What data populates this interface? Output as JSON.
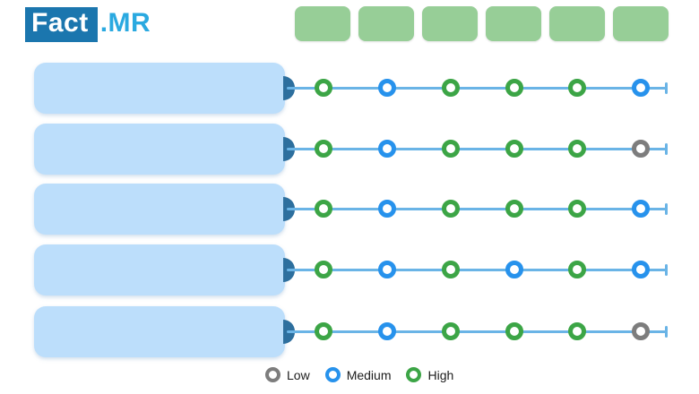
{
  "brand": {
    "logo_primary": "Fact",
    "logo_suffix": ".MR"
  },
  "chart_data": {
    "type": "table",
    "columns": [
      "",
      "",
      "",
      "",
      "",
      ""
    ],
    "rows": [
      {
        "label": "",
        "values": [
          "High",
          "Medium",
          "High",
          "High",
          "High",
          "Medium"
        ]
      },
      {
        "label": "",
        "values": [
          "High",
          "Medium",
          "High",
          "High",
          "High",
          "Low"
        ]
      },
      {
        "label": "",
        "values": [
          "High",
          "Medium",
          "High",
          "High",
          "High",
          "Medium"
        ]
      },
      {
        "label": "",
        "values": [
          "High",
          "Medium",
          "High",
          "Medium",
          "High",
          "Medium"
        ]
      },
      {
        "label": "",
        "values": [
          "High",
          "Medium",
          "High",
          "High",
          "High",
          "Low"
        ]
      }
    ],
    "legend": [
      "Low",
      "Medium",
      "High"
    ],
    "legend_position": "bottom"
  },
  "legend": {
    "items": [
      {
        "label": "Low",
        "level": "low"
      },
      {
        "label": "Medium",
        "level": "medium"
      },
      {
        "label": "High",
        "level": "high"
      }
    ]
  },
  "colors": {
    "low": "#7d7d7d",
    "medium": "#2792ec",
    "high": "#3ca546",
    "line": "#6ab4e6",
    "row_box": "#bcdefb",
    "column_box": "#97ce97",
    "connector": "#2d6f9e",
    "logo_bg": "#1b76ae",
    "logo_suffix": "#2aa9e0",
    "legend_text": "#1c1c1c"
  }
}
